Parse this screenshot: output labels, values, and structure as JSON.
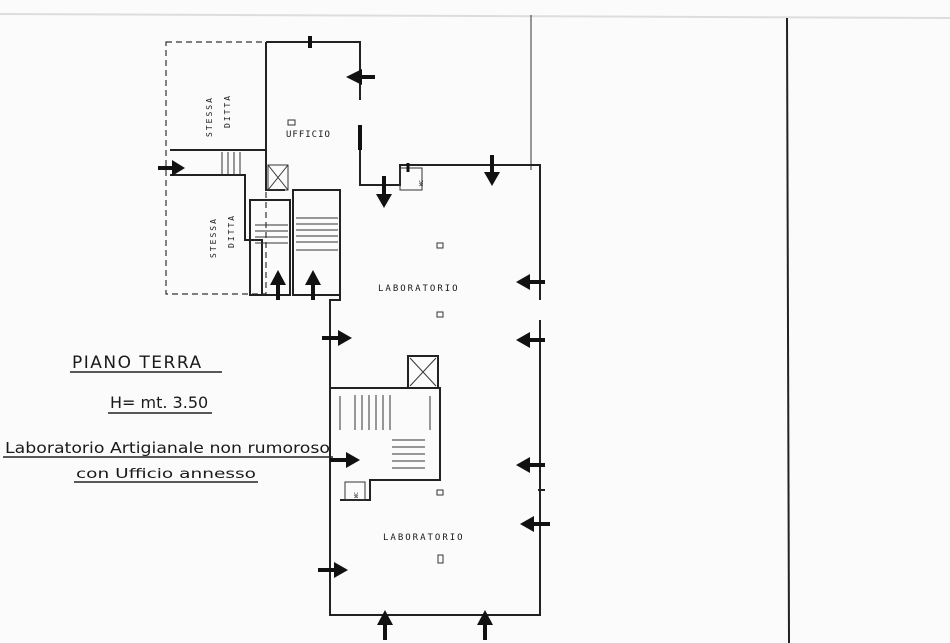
{
  "title": {
    "floor": "PIANO TERRA",
    "height": "H= mt. 3.50",
    "use_line1": "Laboratorio Artigianale non rumoroso",
    "use_line2": "con Ufficio annesso"
  },
  "rooms": {
    "ufficio": "UFFICIO",
    "laboratorio_upper": "LABORATORIO",
    "laboratorio_lower": "LABORATORIO",
    "stessa_ditta_1a": "STESSA",
    "stessa_ditta_1b": "DITTA",
    "stessa_ditta_2a": "STESSA",
    "stessa_ditta_2b": "DITTA",
    "wc_1": "WC",
    "wc_2": "WC"
  },
  "colors": {
    "ink": "#1a1a1a",
    "paper": "#fbfbfb"
  }
}
